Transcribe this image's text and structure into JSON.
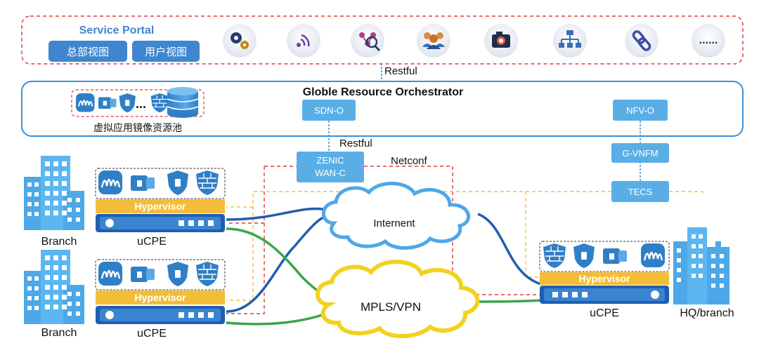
{
  "portal": {
    "title": "Service Portal",
    "buttons": [
      "总部视图",
      "用户视图"
    ],
    "more": "......",
    "icon_names": [
      "gears-icon",
      "signal-waves-icon",
      "network-search-icon",
      "users-group-icon",
      "camera-icon",
      "org-tree-icon",
      "chain-link-icon",
      "more-icon"
    ]
  },
  "orchestrator": {
    "title": "Globle Resource Orchestrator",
    "pool_label": "虚拟应用镜像资源池",
    "pool_dots": "...",
    "sdn_o": "SDN-O",
    "nfv_o": "NFV-O"
  },
  "labels": {
    "restful_top": "Restful",
    "restful_mid": "Restful",
    "netconf": "Netconf"
  },
  "controllers": {
    "zenic_line1": "ZENIC",
    "zenic_line2": "WAN-C",
    "g_vnfm": "G-VNFM",
    "tecs": "TECS"
  },
  "clouds": {
    "internet": "Internent",
    "mpls": "MPLS/VPN"
  },
  "sites": {
    "branch1_label": "Branch",
    "branch1_ucpe": "uCPE",
    "branch1_hypervisor": "Hypervisor",
    "branch2_label": "Branch",
    "branch2_ucpe": "uCPE",
    "branch2_hypervisor": "Hypervisor",
    "hq_label": "HQ/branch",
    "hq_ucpe": "uCPE",
    "hq_hypervisor": "Hypervisor"
  },
  "colors": {
    "accent_blue": "#3a8fd6",
    "box_blue": "#5aaee6",
    "portal_btn": "#3f86cf",
    "red_dash": "#e23b3b",
    "yellow_dash": "#f2c231",
    "hypervisor": "#f3bd3a",
    "green_link": "#3aa54a",
    "dark_blue_link": "#1f5fb0",
    "building": "#4da8e8"
  }
}
